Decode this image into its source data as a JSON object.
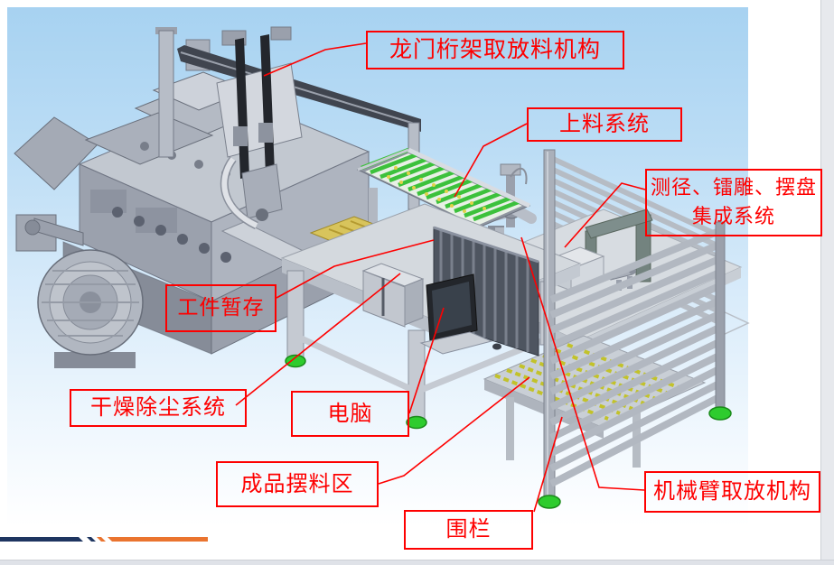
{
  "labels": [
    {
      "id": "gantry",
      "text": "龙门桁架取放料机构"
    },
    {
      "id": "loading",
      "text": "上料系统"
    },
    {
      "id": "integrated",
      "text": "测径、镭雕、摆盘集成系统"
    },
    {
      "id": "buffer",
      "text": "工件暂存"
    },
    {
      "id": "drying",
      "text": "干燥除尘系统"
    },
    {
      "id": "computer",
      "text": "电脑"
    },
    {
      "id": "finished",
      "text": "成品摆料区"
    },
    {
      "id": "fence",
      "text": "围栏"
    },
    {
      "id": "robot",
      "text": "机械臂取放机构"
    }
  ],
  "colors": {
    "label_red": "#fe0000",
    "decor_navy": "#1e3560",
    "decor_orange": "#ea742f",
    "background_blue": "#a7d2f1",
    "machine_gray": "#b1b7c1",
    "foot_green": "#2ecc2e"
  }
}
